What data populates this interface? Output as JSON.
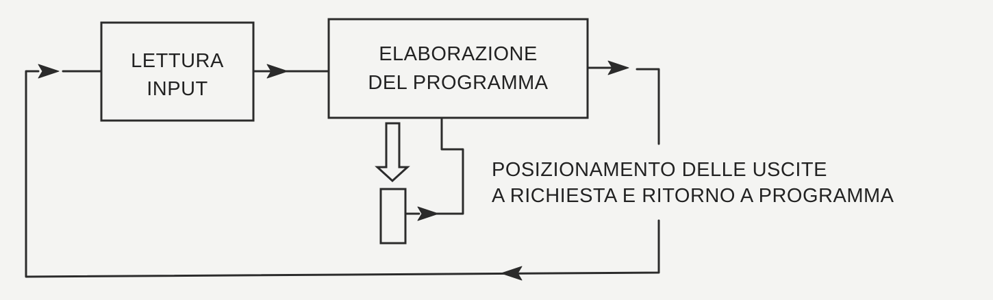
{
  "diagram": {
    "block_read_input": {
      "line1": "LETTURA",
      "line2": "INPUT"
    },
    "block_program_processing": {
      "line1": "ELABORAZIONE",
      "line2": "DEL PROGRAMMA"
    },
    "output_note": {
      "line1": "POSIZIONAMENTO DELLE USCITE",
      "line2": "A RICHIESTA E RITORNO A PROGRAMMA"
    }
  }
}
